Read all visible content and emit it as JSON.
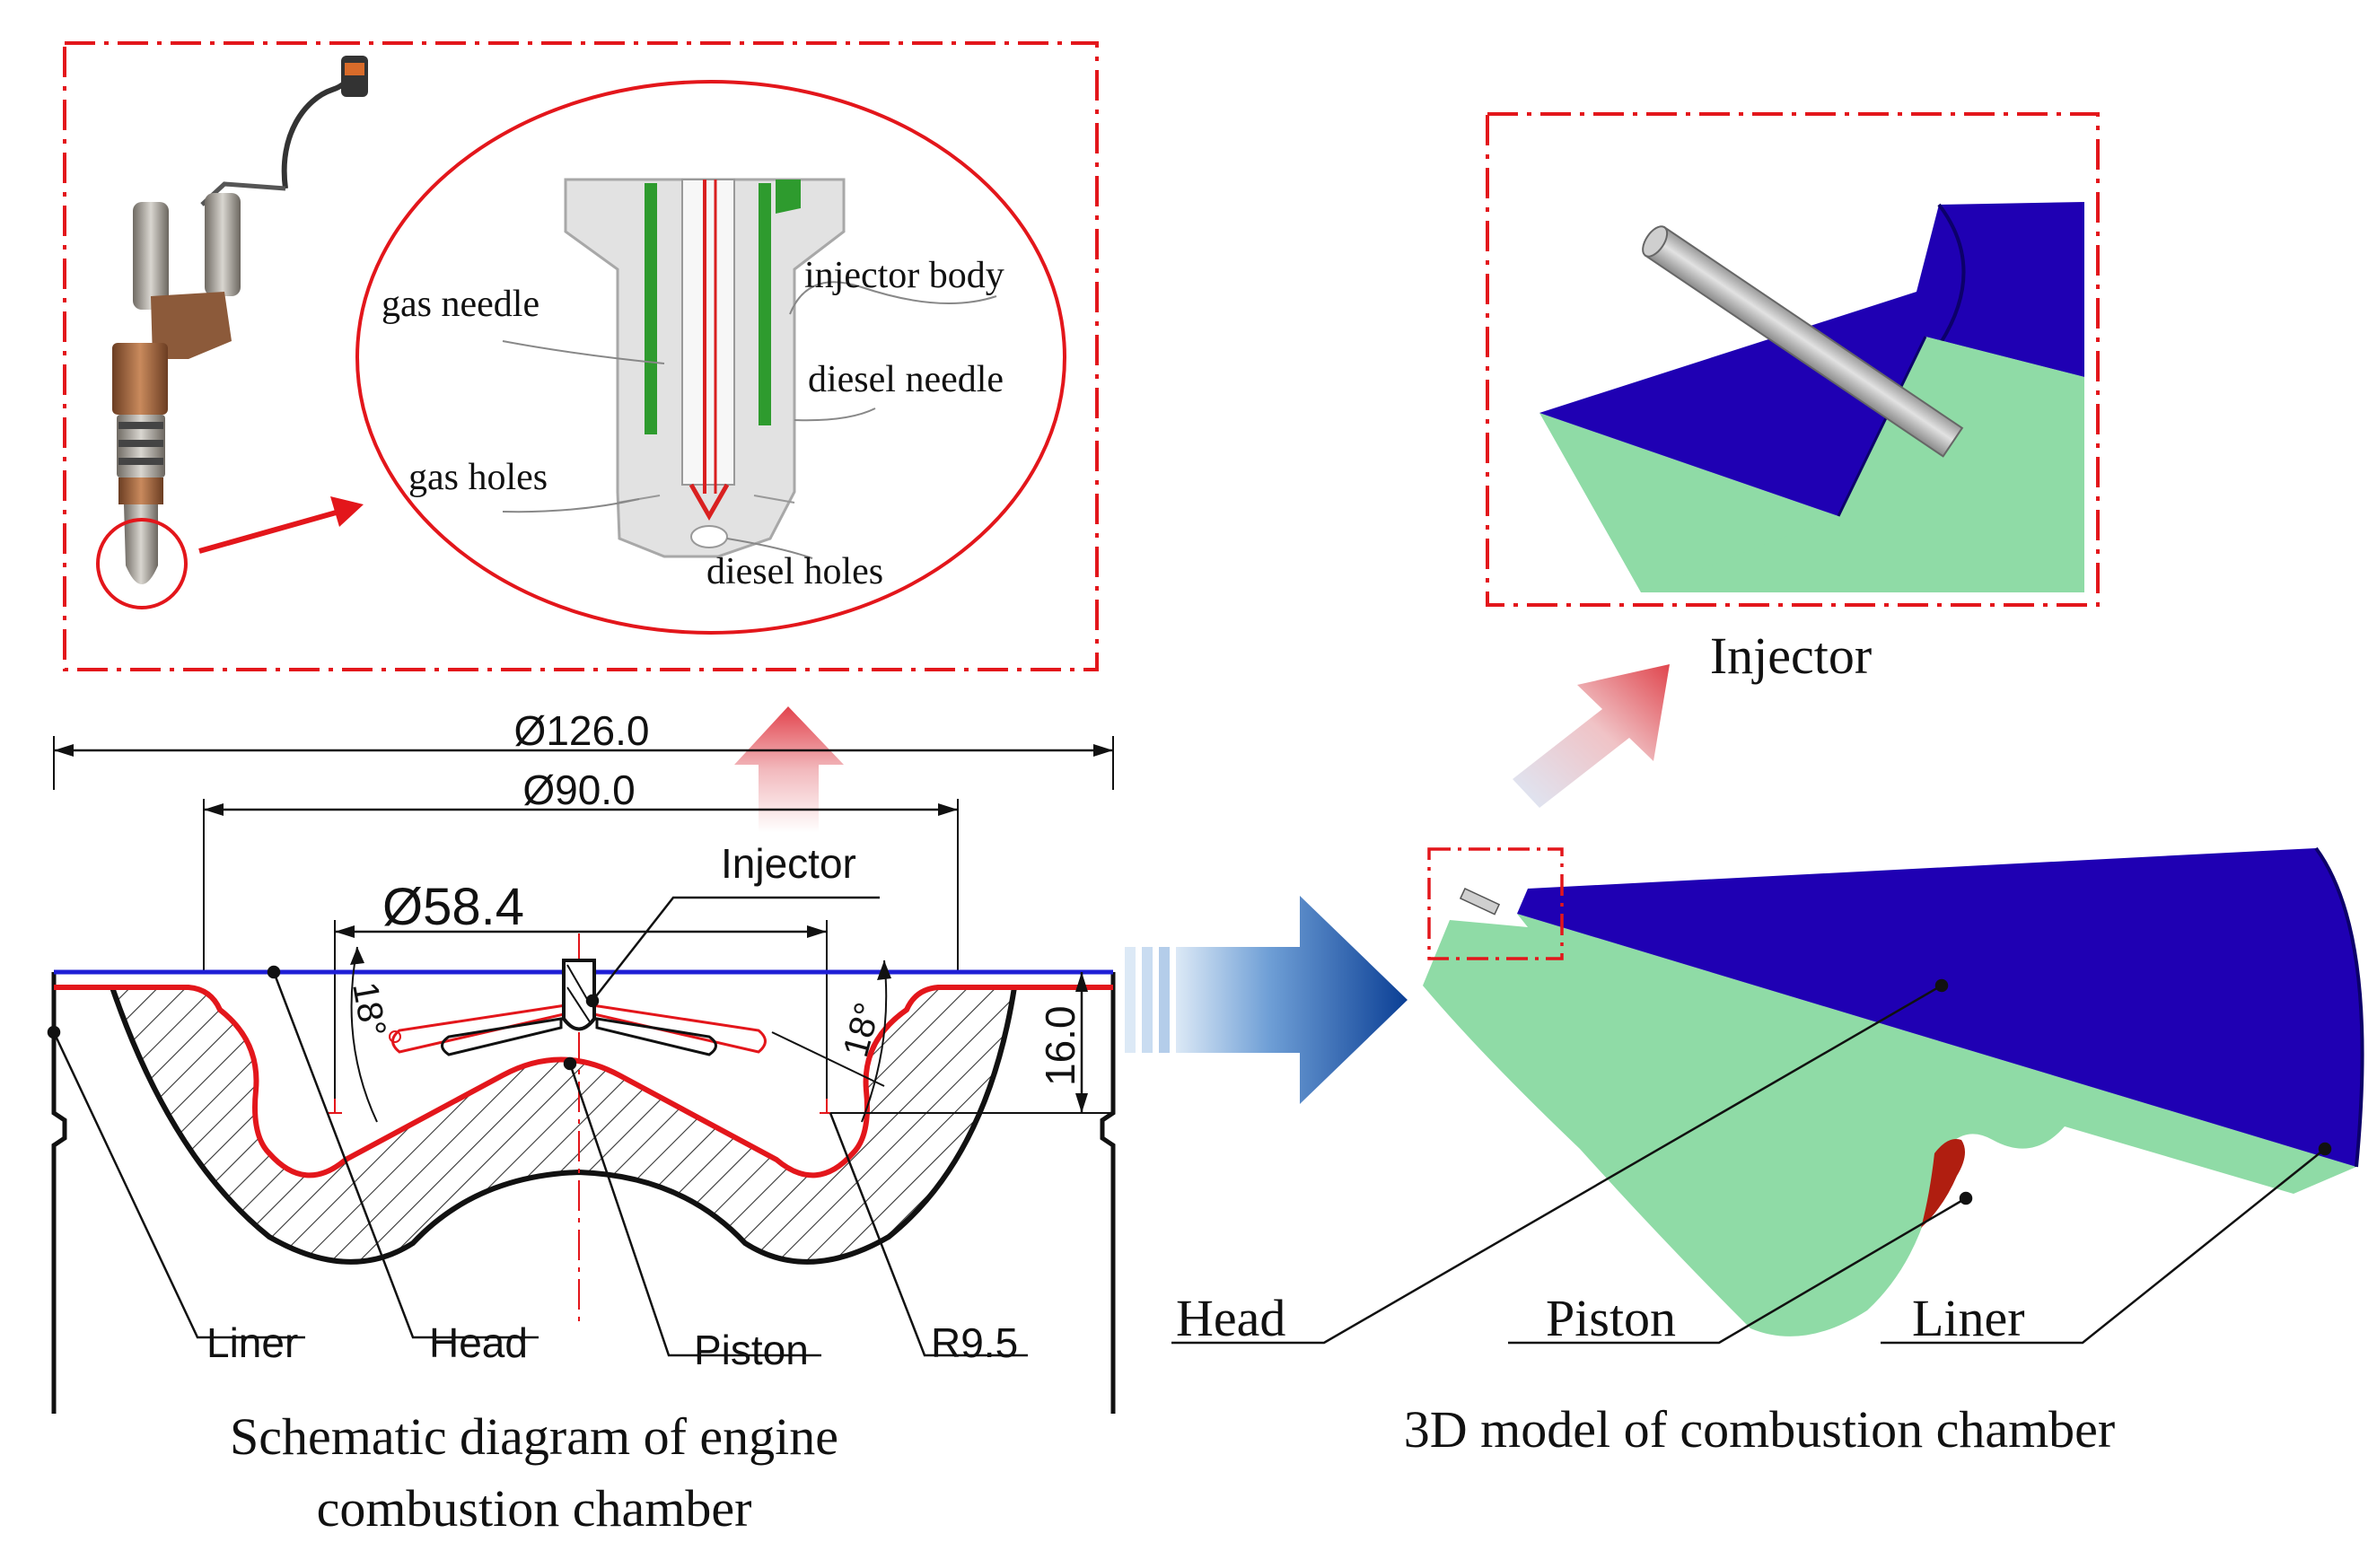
{
  "injector_detail": {
    "labels": {
      "gas_needle": "gas needle",
      "gas_holes": "gas holes",
      "injector_body": "injector body",
      "diesel_needle": "diesel needle",
      "diesel_holes": "diesel holes"
    }
  },
  "schematic": {
    "dimensions": {
      "d126": "Ø126.0",
      "d90": "Ø90.0",
      "d58": "Ø58.4",
      "h16": "16.0",
      "angle_left": "18°",
      "angle_right": "18°",
      "r95": "R9.5"
    },
    "labels": {
      "injector": "Injector",
      "liner": "Liner",
      "head": "Head",
      "piston": "Piston"
    },
    "caption_line1": "Schematic diagram of engine",
    "caption_line2": "combustion chamber"
  },
  "model3d": {
    "inset_caption": "Injector",
    "labels": {
      "head": "Head",
      "piston": "Piston",
      "liner": "Liner"
    },
    "caption": "3D model of combustion chamber"
  },
  "colors": {
    "frame_red": "#e3161b",
    "head_blue": "#1f00b3",
    "piston_green": "#8fdba6",
    "liner_red": "#b01e10",
    "arrow_blue": "#1556a8"
  }
}
